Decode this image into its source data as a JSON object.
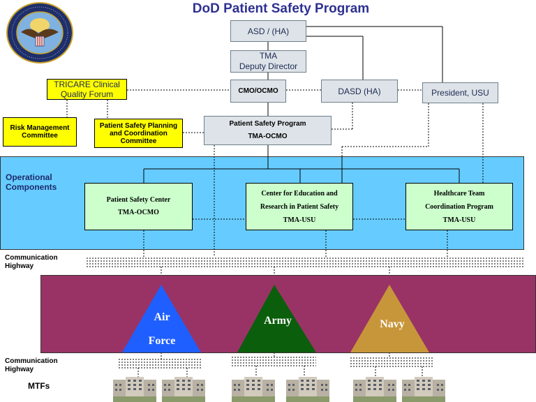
{
  "title": "DoD Patient Safety Program",
  "seal": {
    "icon": "dod-seal-icon",
    "text_top": "DEPARTMENT OF DEFENSE",
    "text_bottom": "UNITED STATES OF AMERICA"
  },
  "boxes": {
    "asd_ha": "ASD / (HA)",
    "tma_deputy": [
      "TMA",
      "Deputy Director"
    ],
    "cmo_ocmo": "CMO/OCMO",
    "dasd_ha": "DASD (HA)",
    "president_usu": "President, USU",
    "tricare": [
      "TRICARE Clinical",
      "Quality Forum"
    ],
    "risk_mgmt": [
      "Risk Management",
      "Committee"
    ],
    "ps_planning": [
      "Patient Safety Planning",
      "and Coordination",
      "Committee"
    ],
    "ps_program": [
      "Patient Safety Program",
      "TMA-OCMO"
    ]
  },
  "operational": {
    "label": [
      "Operational",
      "Components"
    ],
    "components": [
      {
        "lines": [
          "Patient Safety Center",
          "TMA-OCMO"
        ]
      },
      {
        "lines": [
          "Center for Education and",
          "Research in Patient Safety",
          "TMA-USU"
        ]
      },
      {
        "lines": [
          "Healthcare Team",
          "Coordination Program",
          "TMA-USU"
        ]
      }
    ]
  },
  "communication_highway": [
    "Communication",
    "Highway"
  ],
  "services": [
    {
      "lines": [
        "Air",
        "Force"
      ],
      "color": "#1f5fff"
    },
    {
      "lines": [
        "Army"
      ],
      "color": "#0b5e0b"
    },
    {
      "lines": [
        "Navy"
      ],
      "color": "#c8963a"
    }
  ],
  "mtfs_label": "MTFs",
  "colors": {
    "title": "#2e3192",
    "operational_band": "#66ccff",
    "services_band": "#993366",
    "yellow_box": "#ffff00",
    "green_box": "#ccffcc",
    "grey_box": "#dde3e8"
  }
}
